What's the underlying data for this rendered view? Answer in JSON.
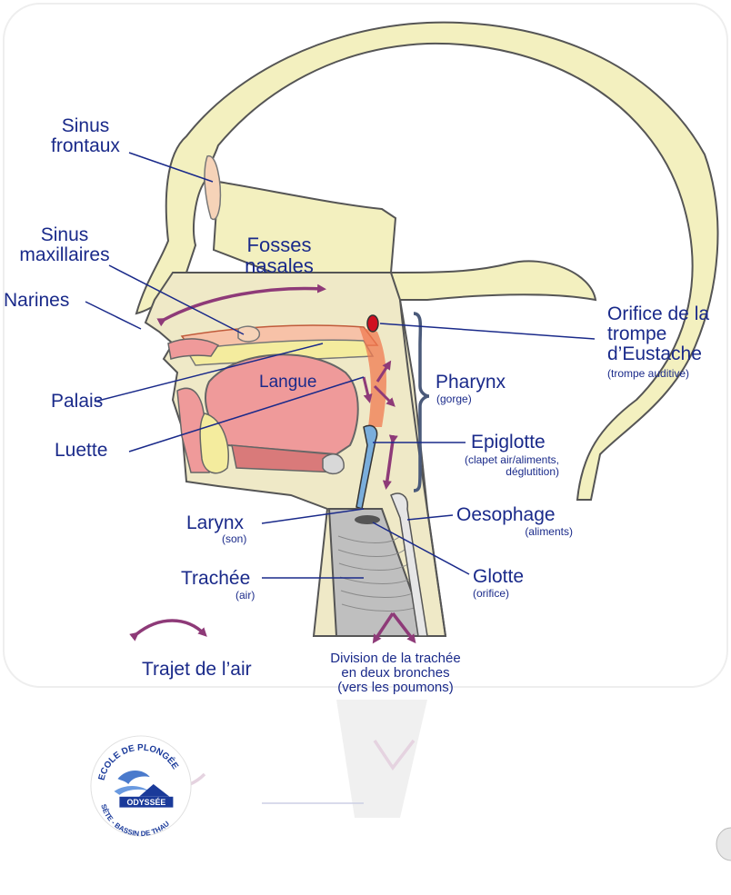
{
  "labels": {
    "sinus_frontaux": [
      "Sinus",
      "frontaux"
    ],
    "sinus_maxillaires": [
      "Sinus",
      "maxillaires"
    ],
    "fosses_nasales": [
      "Fosses",
      "nasales"
    ],
    "narines": "Narines",
    "orifice_trompe": [
      "Orifice de la",
      "trompe",
      "d’Eustache"
    ],
    "orifice_trompe_sub": "(trompe auditive)",
    "langue": "Langue",
    "pharynx": "Pharynx",
    "pharynx_sub": "(gorge)",
    "palais": "Palais",
    "luette": "Luette",
    "epiglotte": "Epiglotte",
    "epiglotte_sub": [
      "(clapet air/aliments,",
      "déglutition)"
    ],
    "oesophage": "Oesophage",
    "oesophage_sub": "(aliments)",
    "larynx": "Larynx",
    "larynx_sub": "(son)",
    "trachee": "Trachée",
    "trachee_sub": "(air)",
    "glotte": "Glotte",
    "glotte_sub": "(orifice)",
    "division": [
      "Division de la trachée",
      "en deux bronches",
      "(vers les poumons)"
    ],
    "trajet_air": "Trajet de l’air"
  },
  "logo": {
    "top_text": "ECOLE DE PLONGÉE",
    "name": "ODYSSÉE",
    "bottom_text": "SÈTE - BASSIN DE THAU"
  },
  "colors": {
    "label_text": "#1a2a8a",
    "bone": "#f3f0bf",
    "bone_stroke": "#8a8a5a",
    "tissue": "#efe9c7",
    "tongue": "#ef9a9a",
    "airway": "#f07a50",
    "air_arrow": "#8e3a78",
    "trachea": "#bfbfbf",
    "epiglottis": "#7aaedc",
    "pointer": "#1a2a8a"
  }
}
